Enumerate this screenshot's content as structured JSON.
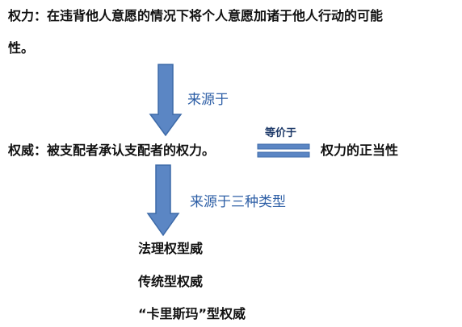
{
  "definitions": {
    "power_line1": "权力：在违背他人意愿的情况下将个人意愿加诸于他人行动的可能",
    "power_line2": "性。",
    "authority": "权威：被支配者承认支配者的权力。",
    "legitimacy": "权力的正当性"
  },
  "arrow_labels": {
    "source": "来源于",
    "equivalent": "等价于",
    "three_types": "来源于三种类型"
  },
  "authority_types": [
    "法理权型威",
    "传统型权威",
    "“卡里斯玛”型权威"
  ],
  "colors": {
    "arrow_fill": "#5b86c4",
    "arrow_stroke": "#3d6aa8",
    "label_blue": "#2e5fa6"
  }
}
